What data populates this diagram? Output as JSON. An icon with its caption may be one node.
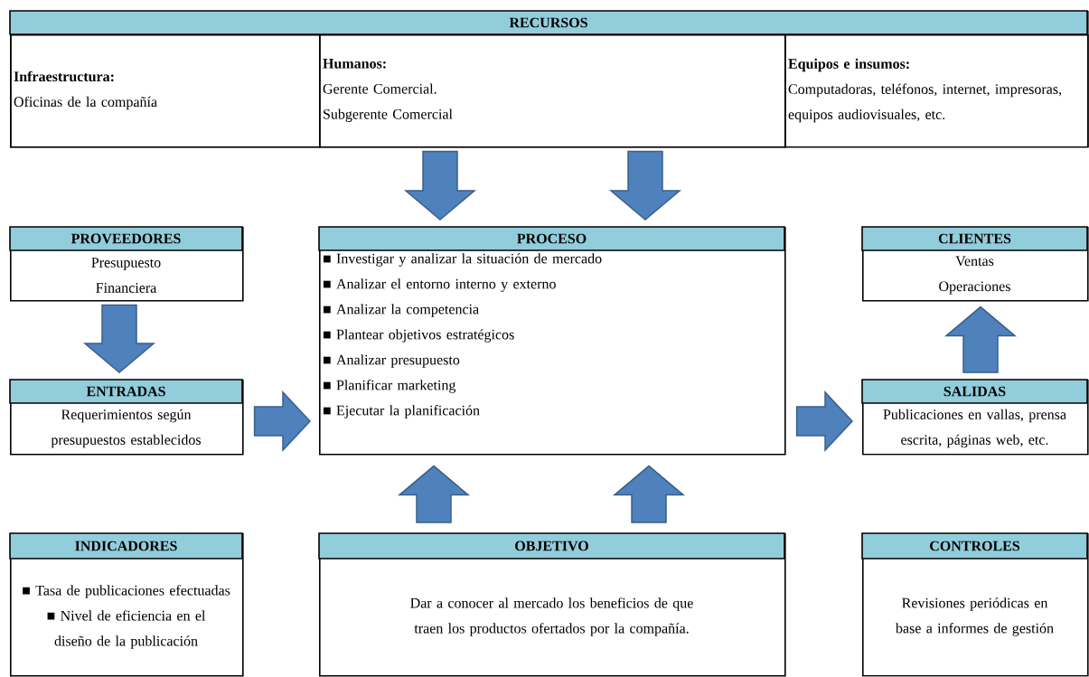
{
  "diagram": {
    "nodes": [
      {
        "text": [
          "RECURSOS"
        ]
      },
      {
        "text": [
          "Infraestructura:",
          "Oficinas de la compañía"
        ],
        "in": 0
      },
      {
        "text": [
          "Humanos:",
          "Gerente Comercial.",
          "Subgerente Comercial"
        ],
        "in": 0
      },
      {
        "text": [
          "Equipos e insumos:",
          "Computadoras, teléfonos, internet, impresoras, equipos audiovisuales, etc."
        ],
        "in": 0
      },
      {
        "text": [
          "PROVEEDORES",
          "Presupuesto",
          "Financiera"
        ]
      },
      {
        "text": [
          "PROCESO",
          "■ Investigar y analizar la situación de mercado",
          "■ Analizar el entorno interno y externo",
          "■ Analizar la competencia",
          "■ Plantear objetivos estratégicos",
          "■ Analizar presupuesto",
          "■ Planificar marketing",
          "■ Ejecutar la planificación"
        ]
      },
      {
        "text": [
          "CLIENTES",
          "Ventas",
          "Operaciones"
        ]
      },
      {
        "text": [
          "ENTRADAS",
          "Requerimientos según presupuestos establecidos"
        ]
      },
      {
        "text": [
          "SALIDAS",
          "Publicaciones en vallas, prensa escrita, páginas web, etc."
        ]
      },
      {
        "text": [
          "INDICADORES",
          "■ Tasa de publicaciones efectuadas",
          "■ Nivel de eficiencia en el diseño de la publicación"
        ]
      },
      {
        "text": [
          "OBJETIVO",
          "Dar a conocer al mercado los beneficios de que traen los productos ofertados por la compañía."
        ]
      },
      {
        "text": [
          "CONTROLES",
          "Revisiones periódicas en base a informes de gestión"
        ]
      }
    ],
    "edges": [
      {
        "from": 0,
        "to": 5,
        "arrow": "to"
      },
      {
        "from": 0,
        "to": 5,
        "arrow": "to"
      },
      {
        "from": 4,
        "to": 7,
        "arrow": "to"
      },
      {
        "from": 7,
        "to": 5,
        "arrow": "to"
      },
      {
        "from": 5,
        "to": 8,
        "arrow": "to"
      },
      {
        "from": 8,
        "to": 6,
        "arrow": "to"
      },
      {
        "from": 10,
        "to": 5,
        "arrow": "to"
      },
      {
        "from": 10,
        "to": 5,
        "arrow": "to"
      }
    ]
  }
}
